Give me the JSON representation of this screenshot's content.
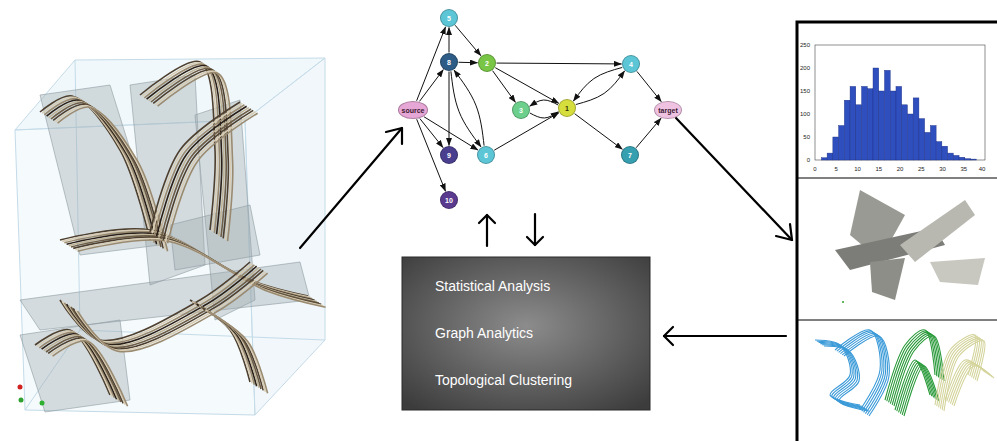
{
  "diagram": {
    "nodes": [
      {
        "text": [
          "5"
        ]
      },
      {
        "text": [
          "8"
        ]
      },
      {
        "text": [
          "2"
        ]
      },
      {
        "text": [
          "source"
        ]
      },
      {
        "text": [
          "3"
        ]
      },
      {
        "text": [
          "1"
        ]
      },
      {
        "text": [
          "4"
        ]
      },
      {
        "text": [
          "target"
        ]
      },
      {
        "text": [
          "9"
        ]
      },
      {
        "text": [
          "6"
        ]
      },
      {
        "text": [
          "7"
        ]
      },
      {
        "text": [
          "10"
        ]
      },
      {
        "text": [
          "Statistical Analysis",
          "Graph Analytics",
          "Topological Clustering"
        ]
      }
    ],
    "edges": [
      {
        "from": 3,
        "to": 0,
        "arrow": "to"
      },
      {
        "from": 3,
        "to": 1,
        "arrow": "to"
      },
      {
        "from": 3,
        "to": 8,
        "arrow": "to"
      },
      {
        "from": 3,
        "to": 11,
        "arrow": "to"
      },
      {
        "from": 3,
        "to": 9,
        "arrow": "to"
      },
      {
        "from": 1,
        "to": 0,
        "arrow": "to"
      },
      {
        "from": 0,
        "to": 2,
        "arrow": "to"
      },
      {
        "from": 1,
        "to": 2,
        "arrow": "to"
      },
      {
        "from": 1,
        "to": 8,
        "arrow": "to"
      },
      {
        "from": 1,
        "to": 9,
        "arrow": "to"
      },
      {
        "from": 9,
        "to": 1,
        "arrow": "to"
      },
      {
        "from": 2,
        "to": 4,
        "arrow": "to"
      },
      {
        "from": 2,
        "to": 5,
        "arrow": "to"
      },
      {
        "from": 2,
        "to": 6,
        "arrow": "to"
      },
      {
        "from": 4,
        "to": 5,
        "arrow": "to"
      },
      {
        "from": 5,
        "to": 4,
        "arrow": "to"
      },
      {
        "from": 9,
        "to": 5,
        "arrow": "to"
      },
      {
        "from": 5,
        "to": 6,
        "arrow": "to"
      },
      {
        "from": 6,
        "to": 5,
        "arrow": "to"
      },
      {
        "from": 5,
        "to": 10,
        "arrow": "to"
      },
      {
        "from": 6,
        "to": 7,
        "arrow": "to"
      },
      {
        "from": 10,
        "to": 7,
        "arrow": "to"
      }
    ],
    "labels": [
      "250",
      "200",
      "150",
      "100",
      "50",
      "0",
      "0",
      "5",
      "10",
      "15",
      "20",
      "25",
      "30",
      "35",
      "40"
    ]
  }
}
